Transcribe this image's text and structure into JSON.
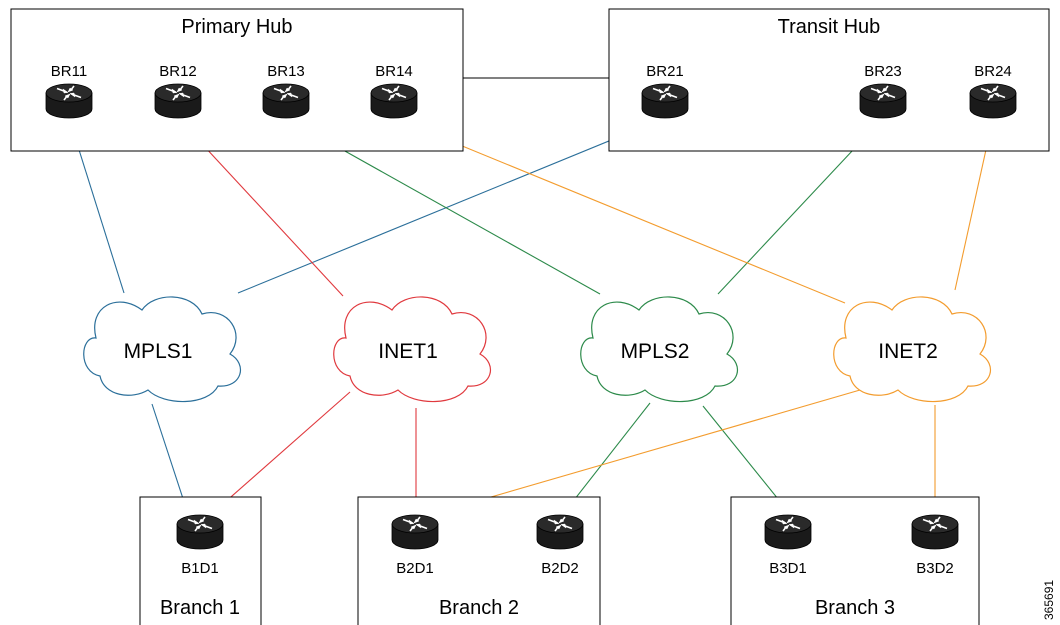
{
  "colors": {
    "mpls1": "#2b6f9a",
    "inet1": "#e0393e",
    "mpls2": "#2c8a4a",
    "inet2": "#f39c2e",
    "neutral": "#000000"
  },
  "hubs": {
    "primary": {
      "title": "Primary Hub"
    },
    "transit": {
      "title": "Transit Hub"
    }
  },
  "branches": {
    "b1": {
      "title": "Branch 1"
    },
    "b2": {
      "title": "Branch 2"
    },
    "b3": {
      "title": "Branch 3"
    }
  },
  "routers": {
    "BR11": {
      "label": "BR11",
      "icon": "router-icon"
    },
    "BR12": {
      "label": "BR12",
      "icon": "router-icon"
    },
    "BR13": {
      "label": "BR13",
      "icon": "router-icon"
    },
    "BR14": {
      "label": "BR14",
      "icon": "router-icon"
    },
    "BR21": {
      "label": "BR21",
      "icon": "router-icon"
    },
    "BR23": {
      "label": "BR23",
      "icon": "router-icon"
    },
    "BR24": {
      "label": "BR24",
      "icon": "router-icon"
    },
    "B1D1": {
      "label": "B1D1",
      "icon": "router-icon"
    },
    "B2D1": {
      "label": "B2D1",
      "icon": "router-icon"
    },
    "B2D2": {
      "label": "B2D2",
      "icon": "router-icon"
    },
    "B3D1": {
      "label": "B3D1",
      "icon": "router-icon"
    },
    "B3D2": {
      "label": "B3D2",
      "icon": "router-icon"
    }
  },
  "clouds": {
    "MPLS1": {
      "label": "MPLS1",
      "color": "#2b6f9a"
    },
    "INET1": {
      "label": "INET1",
      "color": "#e0393e"
    },
    "MPLS2": {
      "label": "MPLS2",
      "color": "#2c8a4a"
    },
    "INET2": {
      "label": "INET2",
      "color": "#f39c2e"
    }
  },
  "links": [
    {
      "from": "BR11",
      "to": "MPLS1",
      "color": "#2b6f9a"
    },
    {
      "from": "BR21",
      "to": "MPLS1",
      "color": "#2b6f9a"
    },
    {
      "from": "MPLS1",
      "to": "B1D1",
      "color": "#2b6f9a"
    },
    {
      "from": "BR12",
      "to": "INET1",
      "color": "#e0393e"
    },
    {
      "from": "INET1",
      "to": "B1D1",
      "color": "#e0393e"
    },
    {
      "from": "INET1",
      "to": "B2D1",
      "color": "#e0393e"
    },
    {
      "from": "BR13",
      "to": "MPLS2",
      "color": "#2c8a4a"
    },
    {
      "from": "BR23",
      "to": "MPLS2",
      "color": "#2c8a4a"
    },
    {
      "from": "MPLS2",
      "to": "B2D2",
      "color": "#2c8a4a"
    },
    {
      "from": "MPLS2",
      "to": "B3D1",
      "color": "#2c8a4a"
    },
    {
      "from": "BR14",
      "to": "INET2",
      "color": "#f39c2e"
    },
    {
      "from": "BR24",
      "to": "INET2",
      "color": "#f39c2e"
    },
    {
      "from": "INET2",
      "to": "B2D1",
      "color": "#f39c2e"
    },
    {
      "from": "INET2",
      "to": "B3D2",
      "color": "#f39c2e"
    },
    {
      "from": "Primary Hub",
      "to": "Transit Hub",
      "color": "#000000"
    }
  ],
  "figure_id": "365691"
}
